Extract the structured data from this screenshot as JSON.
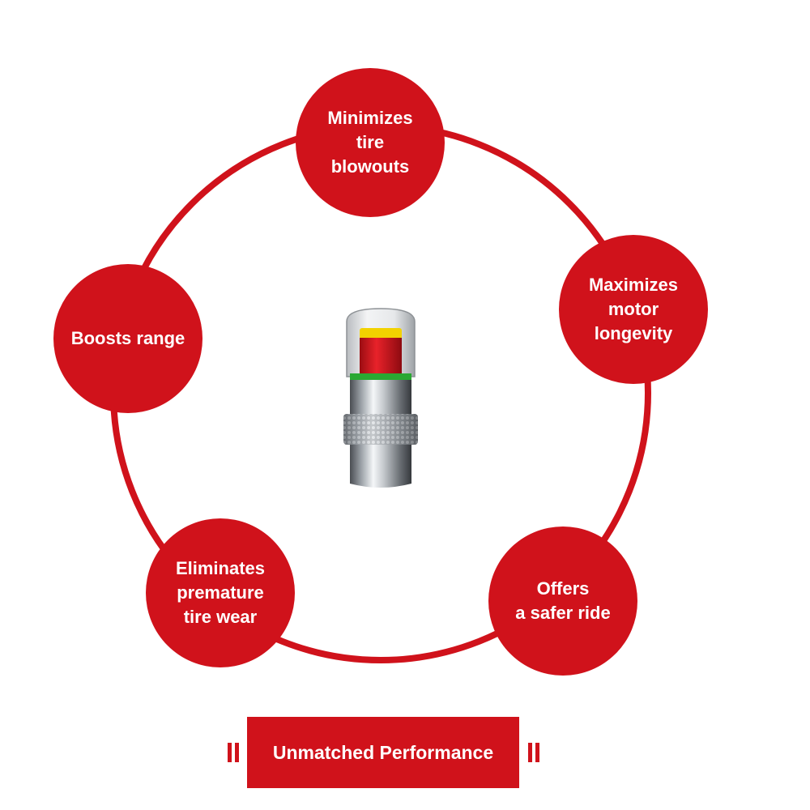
{
  "features": [
    {
      "id": "top",
      "label": "Minimizes\ntire\nblowouts"
    },
    {
      "id": "right",
      "label": "Maximizes\nmotor\nlongevity"
    },
    {
      "id": "bottom-right",
      "label": "Offers\na safer ride"
    },
    {
      "id": "bottom-left",
      "label": "Eliminates\npremature\ntire wear"
    },
    {
      "id": "left",
      "label": "Boosts range"
    }
  ],
  "banner": {
    "label": "Unmatched Performance"
  },
  "colors": {
    "accent_red": "#d0121b",
    "text": "#ffffff",
    "indicator_yellow": "#f2d200",
    "indicator_red": "#d8141c",
    "indicator_green": "#2aa832"
  },
  "icons": {
    "center": "tire-pressure-valve-cap-icon"
  }
}
